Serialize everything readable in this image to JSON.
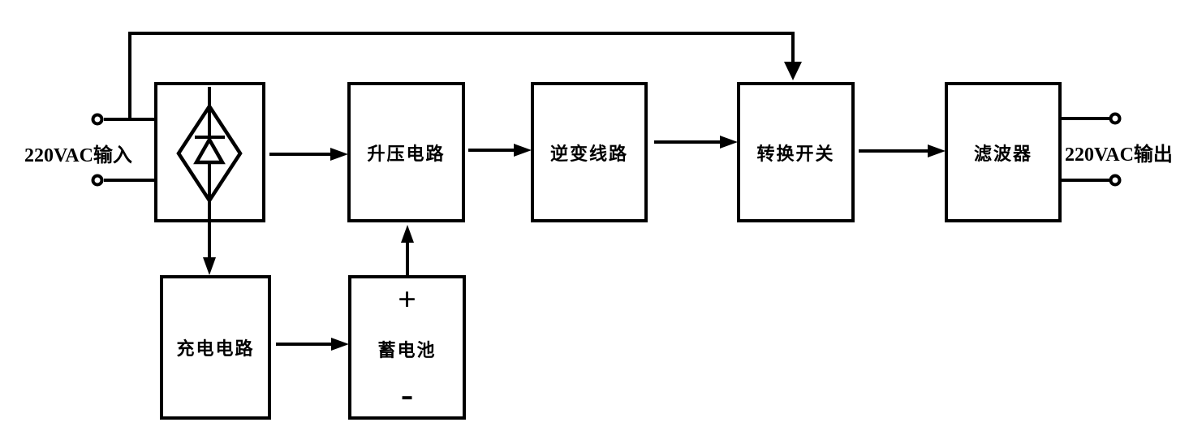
{
  "colors": {
    "ink": "#000000",
    "paper": "#ffffff"
  },
  "io": {
    "input_label": "220VAC输入",
    "output_label": "220VAC输出"
  },
  "blocks": {
    "rectifier_symbol": "bridge-rectifier-diode",
    "boost": "升压电路",
    "inverter": "逆变线路",
    "transfer_switch": "转换开关",
    "filter": "滤波器",
    "charger": "充电电路",
    "battery": {
      "plus": "+",
      "label": "蓄电池",
      "minus": "-"
    }
  }
}
